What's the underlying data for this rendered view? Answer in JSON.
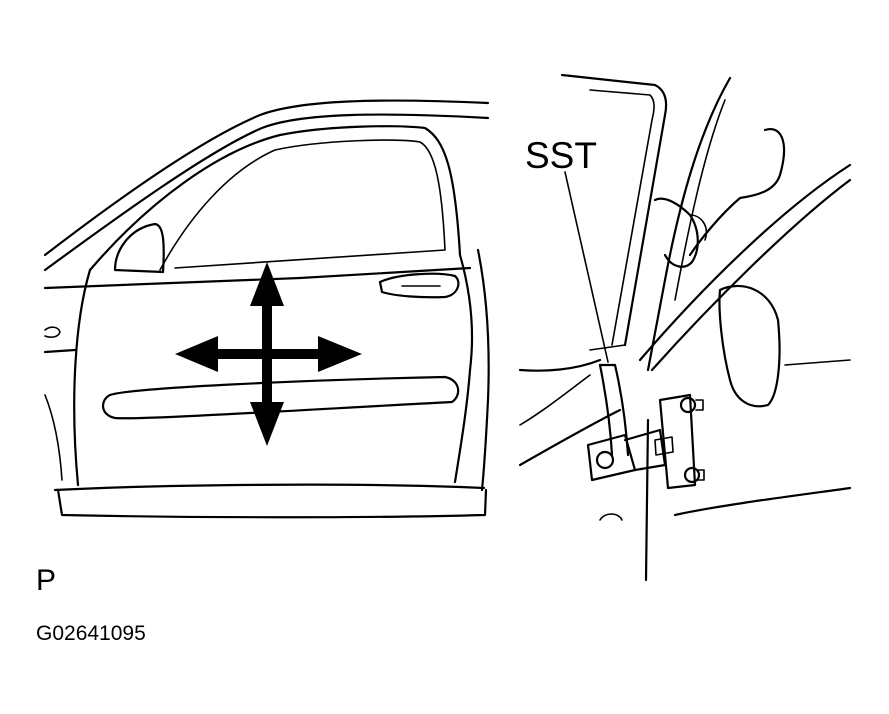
{
  "labels": {
    "tool": "SST",
    "position": "P",
    "figure_code": "G02641095"
  },
  "icons": [
    "four-way-arrow-icon",
    "door-hinge-icon"
  ],
  "colors": {
    "ink": "#000000",
    "paper": "#ffffff"
  }
}
